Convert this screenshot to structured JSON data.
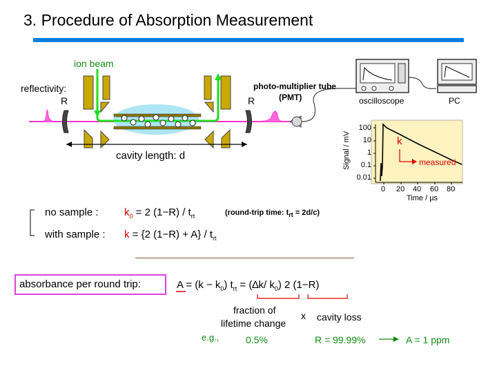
{
  "title": "3. Procedure of Absorption Measurement",
  "setup": {
    "ion_beam": "ion beam",
    "reflectivity": "reflectivity:",
    "mirror_left": "R",
    "mirror_right": "R",
    "pmt": "photo-multiplier tube",
    "pmt_abbr": "(PMT)",
    "oscilloscope": "oscilloscope",
    "pc": "PC",
    "cavity_length": "cavity length: d"
  },
  "decay_plot": {
    "ylabel": "Signal / mV",
    "xlabel": "Time / µs",
    "yticks": [
      "100",
      "10",
      "1",
      "0.1",
      "0.01"
    ],
    "xticks": [
      "0",
      "20",
      "40",
      "60",
      "80"
    ],
    "k_label": "k",
    "measured_label": "measured"
  },
  "equations": {
    "no_sample_label": "no sample :",
    "no_sample_k": "k",
    "no_sample_k_sub": "0",
    "no_sample_rhs": " = 2 (1−R) / t",
    "no_sample_rhs_sub": "rt",
    "roundtrip_note": "(round-trip time: t",
    "roundtrip_note_sub": "rt",
    "roundtrip_note_end": " = 2d/c)",
    "with_sample_label": "with sample :",
    "with_sample_k": "k",
    "with_sample_rhs": " = {2 (1−R) + A} / t",
    "with_sample_rhs_sub": "rt"
  },
  "absorbance": {
    "box_label": "absorbance per round trip:",
    "eq_A": "A",
    "eq_p1": " = (k − k",
    "eq_s1": "0",
    "eq_p2": ") t",
    "eq_s2": "rt",
    "eq_p3": " = (∆k/ k",
    "eq_s3": "0",
    "eq_p4": ") 2 (1−R)",
    "fraction_line1": "fraction of",
    "fraction_line2": "lifetime change",
    "times": "x",
    "cavity_loss": "cavity loss",
    "eg": "e.g.,",
    "eg_value": "0.5%",
    "eg_R": "R = 99.99%",
    "eg_A": "A = 1 ppm"
  },
  "colors": {
    "title_bar": "#0a7fe0",
    "laser": "#ff33cc",
    "ion_beam": "#22dd22",
    "highlight_red": "#e00000",
    "example_green": "#118d11",
    "box_border": "#e040e0"
  }
}
